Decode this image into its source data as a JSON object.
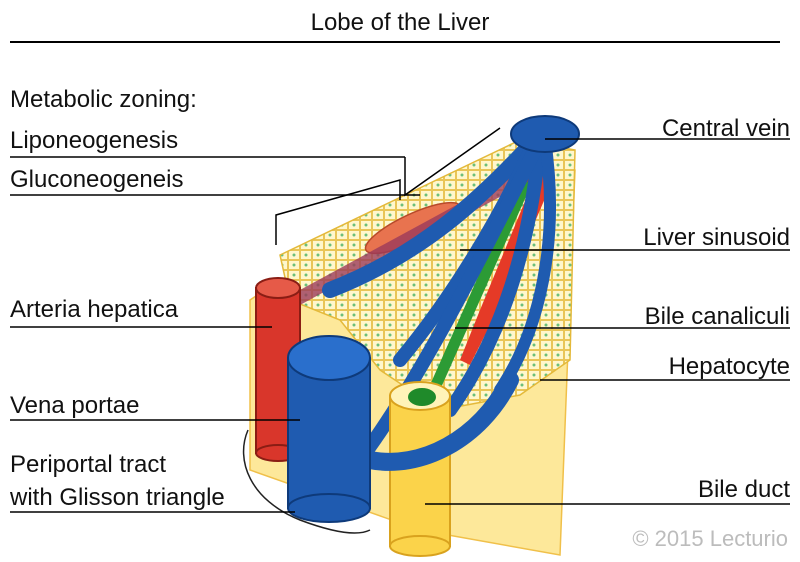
{
  "title": "Lobe of the Liver",
  "left_labels": {
    "metabolic_zoning": "Metabolic zoning:",
    "liponeogenesis": "Liponeogenesis",
    "gluconeogenesis": "Gluconeogeneis",
    "arteria_hepatica": "Arteria hepatica",
    "vena_portae": "Vena portae",
    "periportal_line1": "Periportal tract",
    "periportal_line2": "with Glisson triangle"
  },
  "right_labels": {
    "central_vein": "Central vein",
    "liver_sinusoid": "Liver sinusoid",
    "bile_canaliculi": "Bile canaliculi",
    "hepatocyte": "Hepatocyte",
    "bile_duct": "Bile duct"
  },
  "watermark": "© 2015 Lecturio",
  "colors": {
    "vein_blue": "#1f5bb0",
    "artery_red": "#d9362b",
    "bile_green": "#1f8a2a",
    "duct_yellow": "#fbd34a",
    "tissue_yellow": "#fde89a",
    "fat_orange": "#e8734f"
  }
}
